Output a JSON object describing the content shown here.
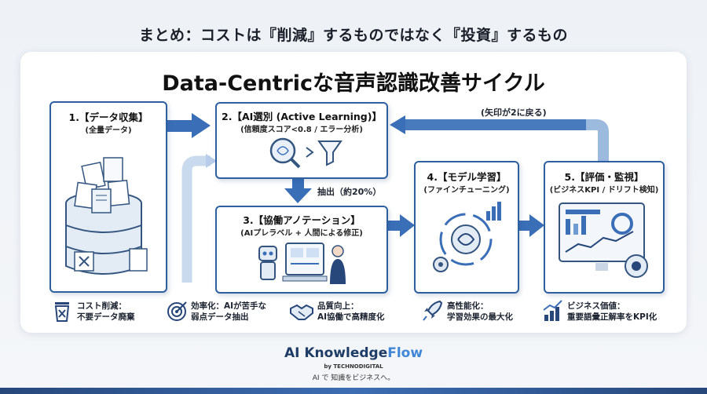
{
  "heading": "まとめ：コストは『削減』するものではなく『投資』するもの",
  "title": "Data-Centricな音声認識改善サイクル",
  "steps": [
    {
      "title": "1.【データ収集】",
      "subtitle": "(全量データ)"
    },
    {
      "title": "2.【AI選別 (Active Learning)】",
      "subtitle": "(信頼度スコア<0.8 / エラー分析)"
    },
    {
      "title": "3.【協働アノテーション】",
      "subtitle": "(AIプレラベル + 人間による修正)"
    },
    {
      "title": "4.【モデル学習】",
      "subtitle": "(ファインチューニング)"
    },
    {
      "title": "5.【評価・監視】",
      "subtitle": "(ビジネスKPI / ドリフト検知)"
    }
  ],
  "arrow_labels": {
    "loop_back": "(矢印が2に戻る)",
    "extract": "抽出（約20%）"
  },
  "notes": [
    {
      "line1": "コスト削減：",
      "line2": "不要データ廃棄",
      "icon": "trash-icon"
    },
    {
      "line1": "効率化：AIが苦手な",
      "line2": "弱点データ抽出",
      "icon": "target-icon"
    },
    {
      "line1": "品質向上：",
      "line2": "AI協働で高精度化",
      "icon": "handshake-icon"
    },
    {
      "line1": "高性能化：",
      "line2": "学習効果の最大化",
      "icon": "rocket-icon"
    },
    {
      "line1": "ビジネス価値：",
      "line2": "重要語彙正解率をKPI化",
      "icon": "growth-chart-icon"
    }
  ],
  "brand": {
    "name_prefix": "AI Knowledge",
    "name_suffix": "Flow",
    "by": "by TECHNODIGITAL",
    "tagline": "AI で 知識をビジネスへ。"
  },
  "colors": {
    "arrow": "#3a6fb8",
    "card_border": "#2e5f9e",
    "brand_accent": "#3f86d6"
  }
}
